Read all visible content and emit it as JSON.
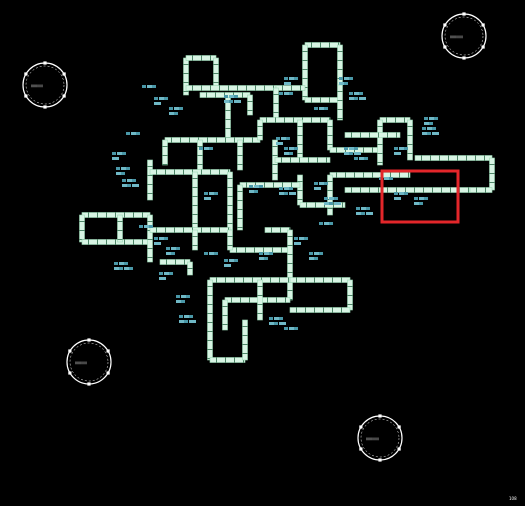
{
  "app": {
    "version_label": "108",
    "background_color": "#000000"
  },
  "colors": {
    "track_fill": "#d8f5e4",
    "track_edge": "#9ad8b4",
    "component": "#6fb8c6",
    "component_dark": "#4a98a8",
    "ring": "#ffffff",
    "selection": "#e3262a"
  },
  "placement_markers": [
    {
      "id": "ring-top-right",
      "label": "|||||||||||||"
    },
    {
      "id": "ring-top-left",
      "label": "||||||||||||"
    },
    {
      "id": "ring-bottom-left",
      "label": "||||||||||||"
    },
    {
      "id": "ring-bottom-right",
      "label": "|||||||||||||"
    }
  ],
  "selection": {
    "active": true
  }
}
